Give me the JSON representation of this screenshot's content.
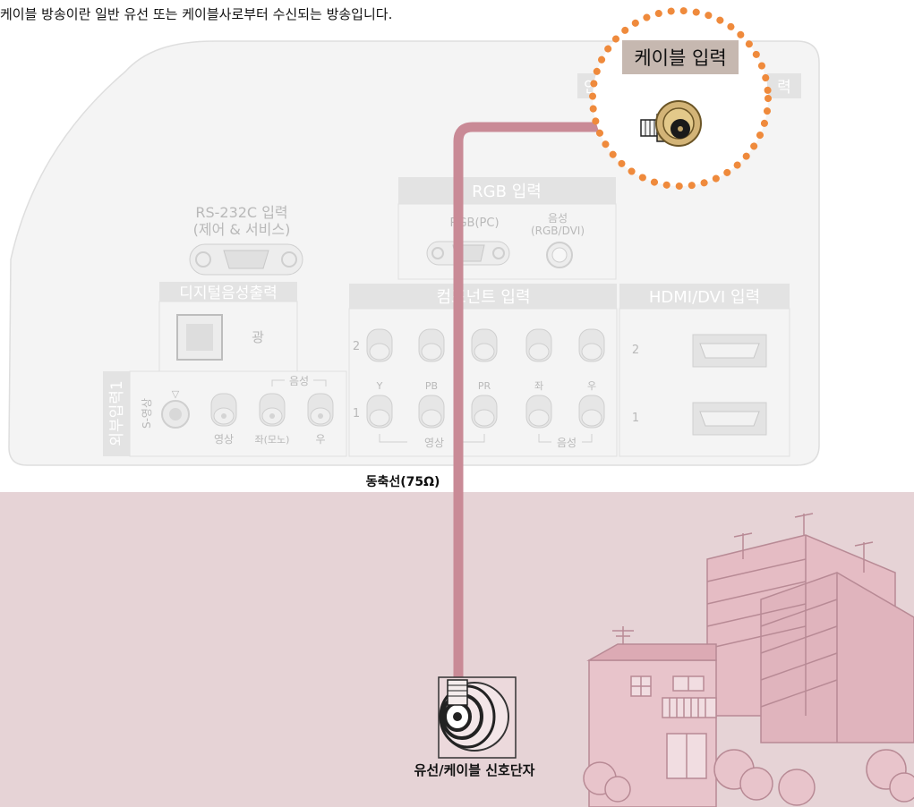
{
  "caption": "케이블 방송이란 일반 유선 또는 케이블사로부터 수신되는 방송입니다.",
  "callout": {
    "label": "케이블 입력",
    "dot_color": "#ef8a3c"
  },
  "cable": {
    "label": "동축선(75Ω)",
    "color": "#c98a96"
  },
  "wall_jack": {
    "label": "유선/케이블 신호단자"
  },
  "panel": {
    "rs232c": {
      "title": "RS-232C 입력",
      "subtitle": "(제어 & 서비스)"
    },
    "rgb": {
      "title": "RGB 입력",
      "port_label": "RGB(PC)",
      "audio_label": "음성",
      "audio_sub": "(RGB/DVI)"
    },
    "digital_audio": {
      "title": "디지털음성출력",
      "optical": "광"
    },
    "component": {
      "title": "컴포넌트 입력",
      "row2": "2",
      "row1": "1",
      "y": "Y",
      "pb": "PB",
      "pr": "PR",
      "left": "좌",
      "right": "우",
      "video": "영상",
      "audio": "음성"
    },
    "hdmi": {
      "title": "HDMI/DVI 입력",
      "port2": "2",
      "port1": "1"
    },
    "external1": {
      "title": "외부입력1",
      "svideo": "S-영상",
      "video": "영상",
      "audio": "음성",
      "left": "좌(모노)",
      "right": "우"
    },
    "hidden_label_left": "안",
    "hidden_label_right": "력"
  },
  "colors": {
    "ground": "#e6d3d6",
    "panel": "#f4f4f4",
    "building": "#e5bcc4",
    "building_line": "#b88a95"
  }
}
